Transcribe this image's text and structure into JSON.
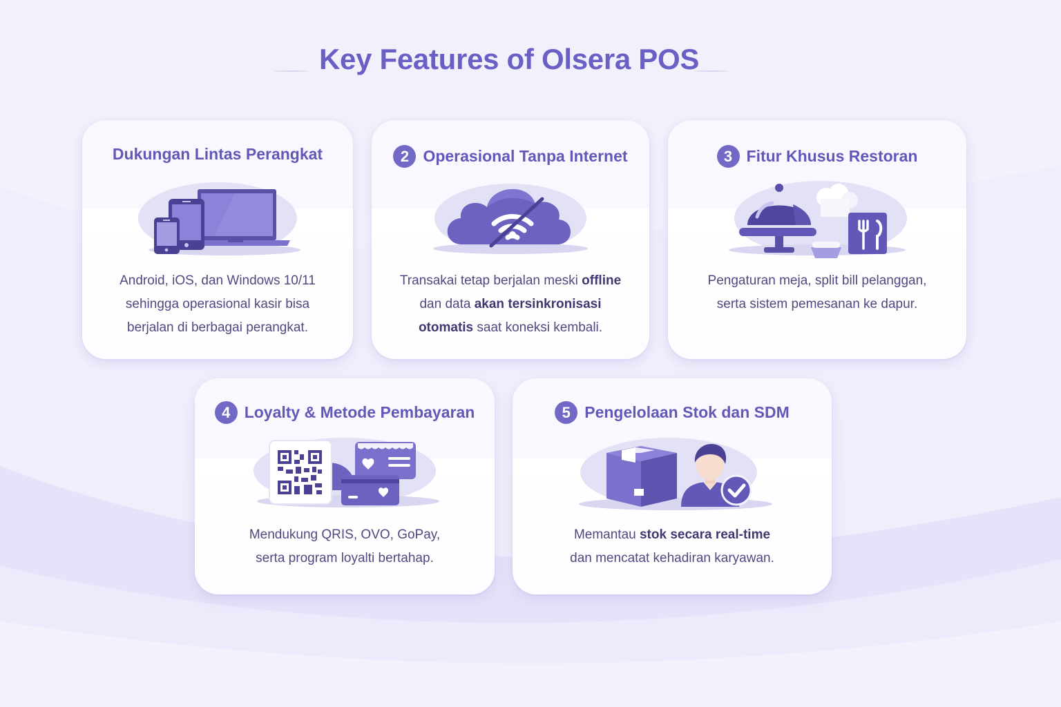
{
  "header": {
    "title": "Key Features of Olsera POS"
  },
  "colors": {
    "accent": "#6a5fc5",
    "badge": "#7268c6",
    "text": "#4e4a80",
    "illustration_dark": "#5b50a8",
    "illustration_light": "#8c82da",
    "background": "#f1f0fb"
  },
  "features": [
    {
      "number": "",
      "title": "Dukungan Lintas Perangkat",
      "icon": "multi-device-icon",
      "desc_lines": [
        "Android, iOS, dan Windows 10/11",
        "sehingga operasional kasir bisa",
        "berjalan di berbagai perangkat."
      ]
    },
    {
      "number": "2",
      "title": "Operasional Tanpa Internet",
      "icon": "cloud-wifi-off-icon",
      "desc_lines": [
        "Transakai tetap berjalan meski offline",
        "dan data akan tersinkronisasi",
        "otomatis saat koneksi kembali."
      ],
      "desc_parts": {
        "l1_a": "Transakai tetap berjalan meski ",
        "l1_b": "offline",
        "l2_a": "dan data ",
        "l2_b": "akan tersinkronisasi",
        "l3_a": "otomatis",
        "l3_b": " saat koneksi kembali."
      }
    },
    {
      "number": "3",
      "title": "Fitur Khusus Restoran",
      "icon": "restaurant-icon",
      "desc_lines": [
        "Pengaturan meja, split bill pelanggan,",
        "serta sistem pemesanan ke dapur."
      ]
    },
    {
      "number": "4",
      "title": "Loyalty & Metode Pembayaran",
      "icon": "qr-payment-cards-icon",
      "desc_lines": [
        "Mendukung QRIS, OVO, GoPay,",
        "serta program loyalti bertahap."
      ]
    },
    {
      "number": "5",
      "title": "Pengelolaan Stok dan SDM",
      "icon": "stock-staff-icon",
      "desc_lines": [
        "Memantau stok secara real-time",
        "dan mencatat kehadiran karyawan."
      ],
      "desc_parts": {
        "l1_a": "Memantau ",
        "l1_b": "stok secara real-time"
      }
    }
  ]
}
